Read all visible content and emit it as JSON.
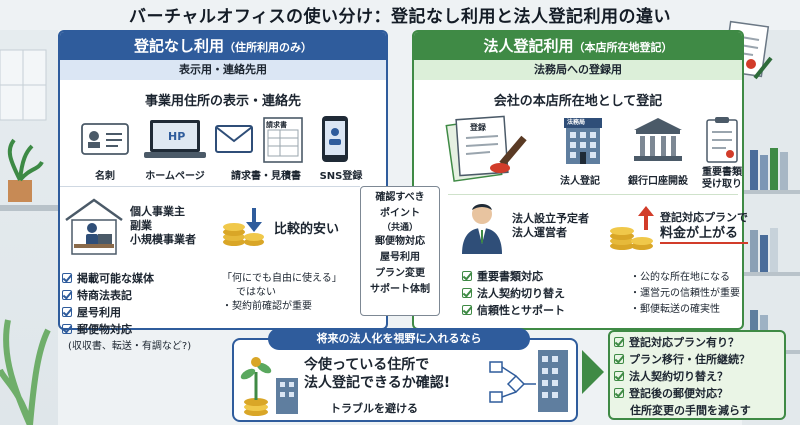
{
  "title": "バーチャルオフィスの使い分け：登記なし利用と法人登記利用の違い",
  "left": {
    "heading": "登記なし利用",
    "heading_sub": "（住所利用のみ）",
    "subheading": "表示用・連絡先用",
    "lead": "事業用住所の表示・連絡先",
    "icons": [
      {
        "label": "名刺",
        "icon": "business-card-icon"
      },
      {
        "label": "ホームページ",
        "icon": "laptop-icon",
        "screen": "HP"
      },
      {
        "label": "請求書・見積書",
        "icon": "invoice-icon",
        "doc_title": "請求書"
      },
      {
        "label": "SNS登録",
        "icon": "smartphone-icon"
      }
    ],
    "users": [
      "個人事業主",
      "副業",
      "小規模事業者"
    ],
    "cost": "比較的安い",
    "checks": [
      "掲載可能な媒体",
      "特商法表記",
      "屋号利用",
      "郵便物対応"
    ],
    "checks_note": "(収収書、転送・有調など?)",
    "notes": [
      "「何にでも自由に使える」",
      "ではない",
      "契約前確認が重要"
    ]
  },
  "right": {
    "heading": "法人登記利用",
    "heading_sub": "（本店所在地登記）",
    "subheading": "法務局への登録用",
    "lead": "会社の本店所在地として登記",
    "doc_stamp_label": "登録",
    "bureau_label": "法務局",
    "icons": [
      {
        "label": "法人登記",
        "icon": "building-icon"
      },
      {
        "label": "銀行口座開設",
        "icon": "bank-icon"
      },
      {
        "label": "重要書類",
        "label2": "受け取り",
        "icon": "clipboard-icon"
      }
    ],
    "users": [
      "法人設立予定者",
      "法人運営者"
    ],
    "cost_line1": "登記対応プランで",
    "cost_line2": "料金が上がる",
    "checks": [
      "重要書類対応",
      "法人契約切り替え",
      "信頼性とサポート"
    ],
    "notes": [
      "公的な所在地になる",
      "運営元の信頼性が重要",
      "郵便転送の確実性"
    ]
  },
  "center": {
    "items": [
      "確認すべき",
      "ポイント",
      "（共通）",
      "郵便物対応",
      "屋号利用",
      "プラン変更",
      "サポート体制"
    ]
  },
  "bottom": {
    "tag": "将来の法人化を視野に入れるなら",
    "line1": "今使っている住所で",
    "line2": "法人登記できるか確認!",
    "line3": "トラブルを避ける"
  },
  "checklist": {
    "items": [
      "登記対応プラン有り？",
      "プラン移行・住所継続？",
      "法人契約切り替え？",
      "登記後の郵便対応？"
    ],
    "last_note": "住所変更の手間を減らす"
  },
  "colors": {
    "blue": "#2f5c9c",
    "green": "#3f8a45",
    "red": "#d23c2a",
    "gold": "#d9a627"
  }
}
